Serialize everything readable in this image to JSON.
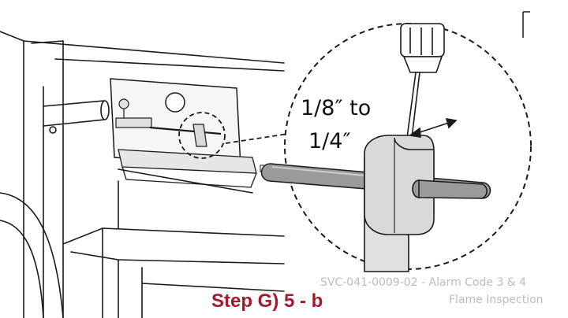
{
  "callout": {
    "dimension_line1": "1/8″ to",
    "dimension_line2": "1/4″"
  },
  "step_label": "Step G) 5 - b",
  "reference": {
    "line1": "SVC-041-0009-02 - Alarm Code 3 & 4",
    "line2": "Flame Inspection"
  },
  "colors": {
    "step_label": "#a3192e",
    "reference_text": "#bcbcbc",
    "line_art": "#1a1a1a",
    "bracket_fill": "#d9d9d9",
    "rod_fill": "#9a9a9a"
  }
}
